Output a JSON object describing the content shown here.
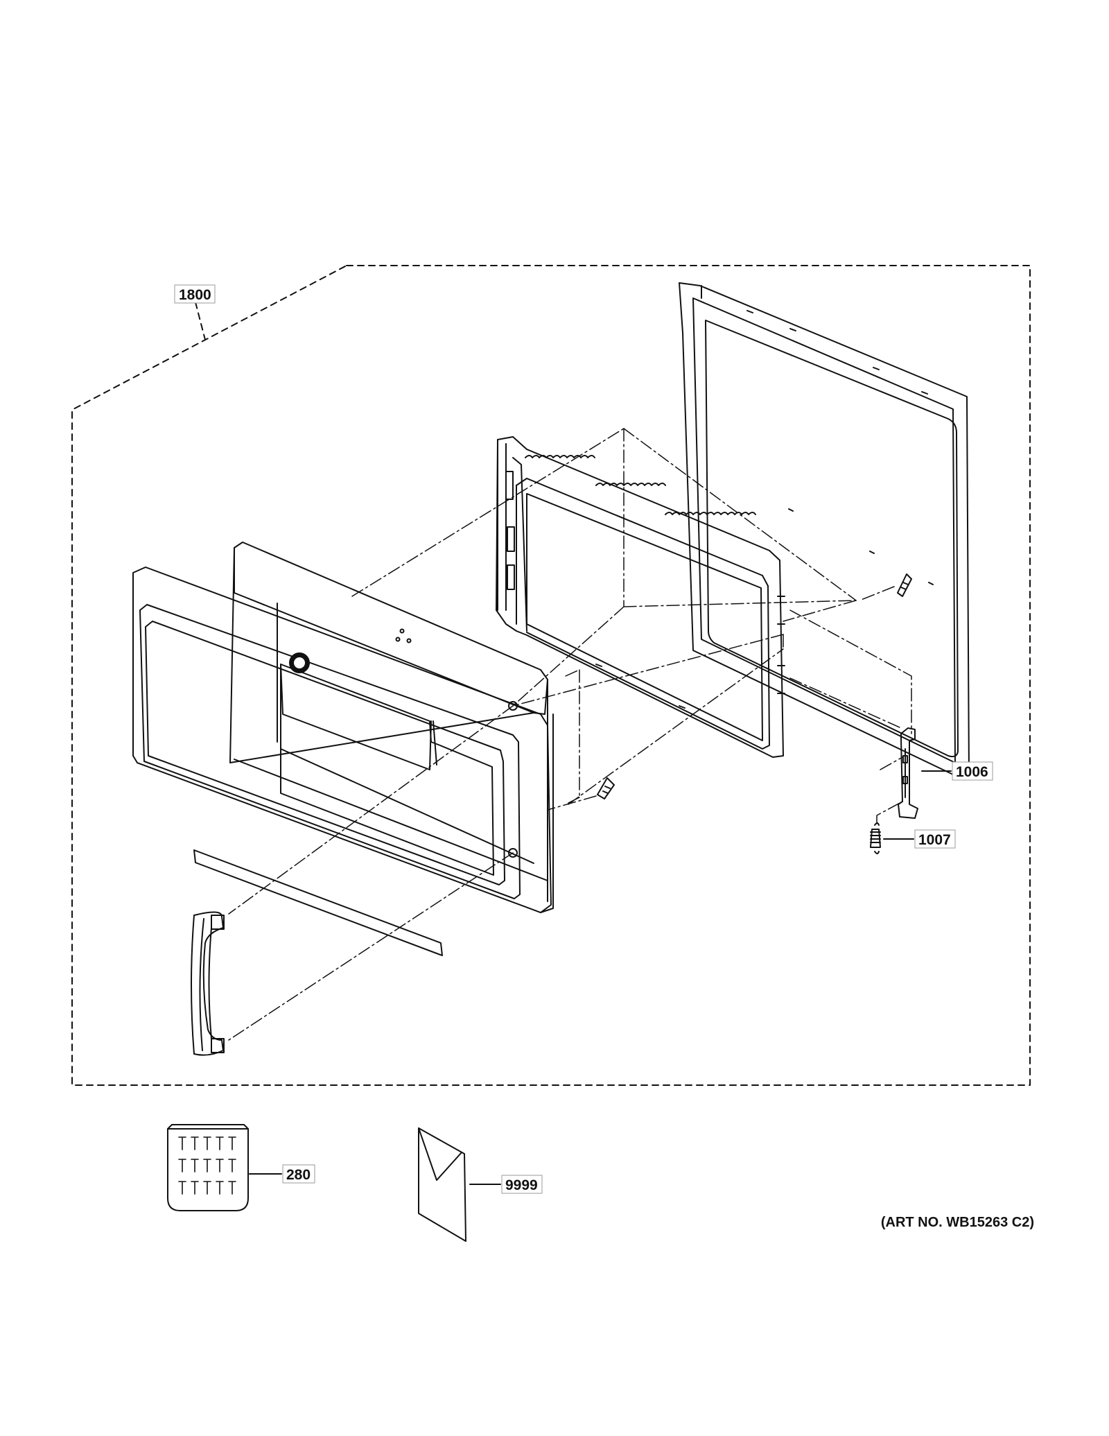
{
  "callouts": {
    "assembly": "1800",
    "hinge_bracket": "1006",
    "spring": "1007",
    "screw_kit": "280",
    "literature": "9999"
  },
  "art_number": "(ART NO. WB15263 C2)"
}
